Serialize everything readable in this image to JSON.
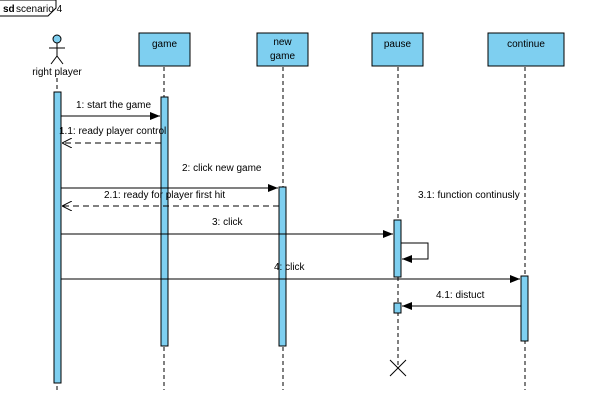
{
  "frame": {
    "keyword": "sd",
    "name": "scenario 4"
  },
  "actor": {
    "label": "right player"
  },
  "objects": {
    "game": "game",
    "new_game_line1": "new",
    "new_game_line2": "game",
    "pause": "pause",
    "continue": "continue"
  },
  "messages": {
    "m1": "1: start the game",
    "m1_1": "1.1: ready player control",
    "m2": "2: click new game",
    "m2_1": "2.1: ready for player first hit",
    "m3": "3: click",
    "m3_1": "3.1: function continusly",
    "m4": "4: click",
    "m4_1": "4.1: distuct"
  },
  "colors": {
    "lifeline_fill": "#7ecff0",
    "stroke": "#000000"
  }
}
